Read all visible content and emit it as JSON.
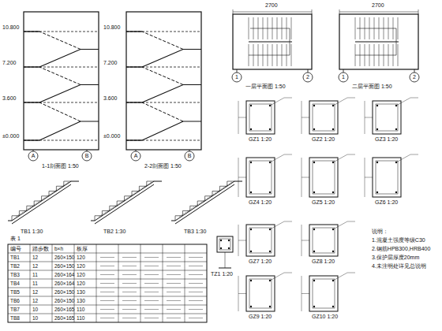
{
  "diagram": {
    "labels": [
      "10.800",
      "7.200",
      "3.600",
      "±0.000",
      "A",
      "B",
      "1-1剖面图 1:50",
      "10.800",
      "7.200",
      "3.600",
      "±0.000",
      "A",
      "B",
      "2-2剖面图 1:50",
      "一层平面图 1:50",
      "1",
      "2",
      "二层平面图 1:50",
      "1",
      "2",
      "2700",
      "2700",
      "TB1 1:30",
      "TB2 1:30",
      "TB3 1:30",
      "表 1",
      "编号",
      "踏步数",
      "b×h",
      "板厚",
      "TB1",
      "12",
      "260×150",
      "120",
      "TB2",
      "12",
      "260×150",
      "120",
      "TB3",
      "11",
      "260×164",
      "120",
      "TB4",
      "11",
      "260×164",
      "120",
      "TB5",
      "12",
      "260×150",
      "130",
      "TB6",
      "12",
      "260×150",
      "130",
      "TB7",
      "10",
      "260×165",
      "110",
      "TB8",
      "10",
      "260×165",
      "110",
      "TZ1 1:20",
      "GZ1 1:20",
      "GZ2 1:20",
      "GZ3 1:20",
      "GZ4 1:20",
      "GZ5 1:20",
      "GZ6 1:20",
      "GZ7 1:20",
      "GZ8 1:20",
      "GZ9 1:20",
      "GZ10 1:20",
      "说明：",
      "1.混凝土强度等级C30",
      "2.钢筋HPB300,HRB400",
      "3.保护层厚度20mm",
      "4.未注明处详见总说明"
    ]
  }
}
